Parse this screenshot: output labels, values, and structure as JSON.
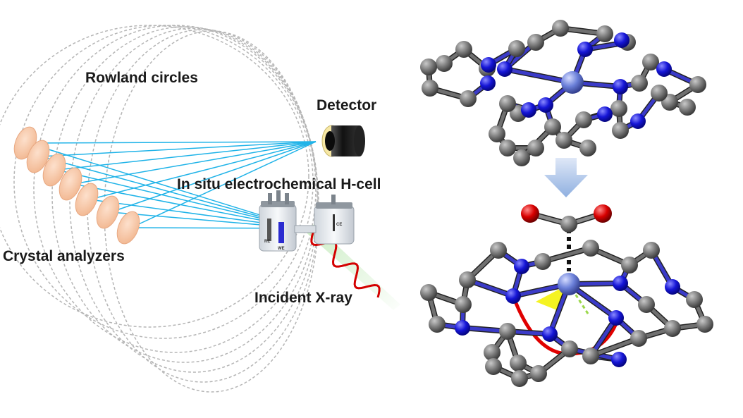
{
  "labels": {
    "rowland": "Rowland circles",
    "detector": "Detector",
    "hcell": "In situ electrochemical  H-cell",
    "crystal": "Crystal analyzers",
    "xray": "Incident  X-ray"
  },
  "cell_labels": {
    "re": "RE",
    "we": "WE",
    "ce": "CE"
  },
  "colors": {
    "carbon": "#6e6e6e",
    "nitrogen": "#1a1ad6",
    "metal": "#6b7fd8",
    "oxygen": "#d40000",
    "beam": "#1fb3e8",
    "crystal": "#f6c9a8",
    "circle": "#b5b5b5",
    "arrow": "#a9c1e6",
    "arc": "#e00000",
    "xray_wave": "#d40000"
  }
}
